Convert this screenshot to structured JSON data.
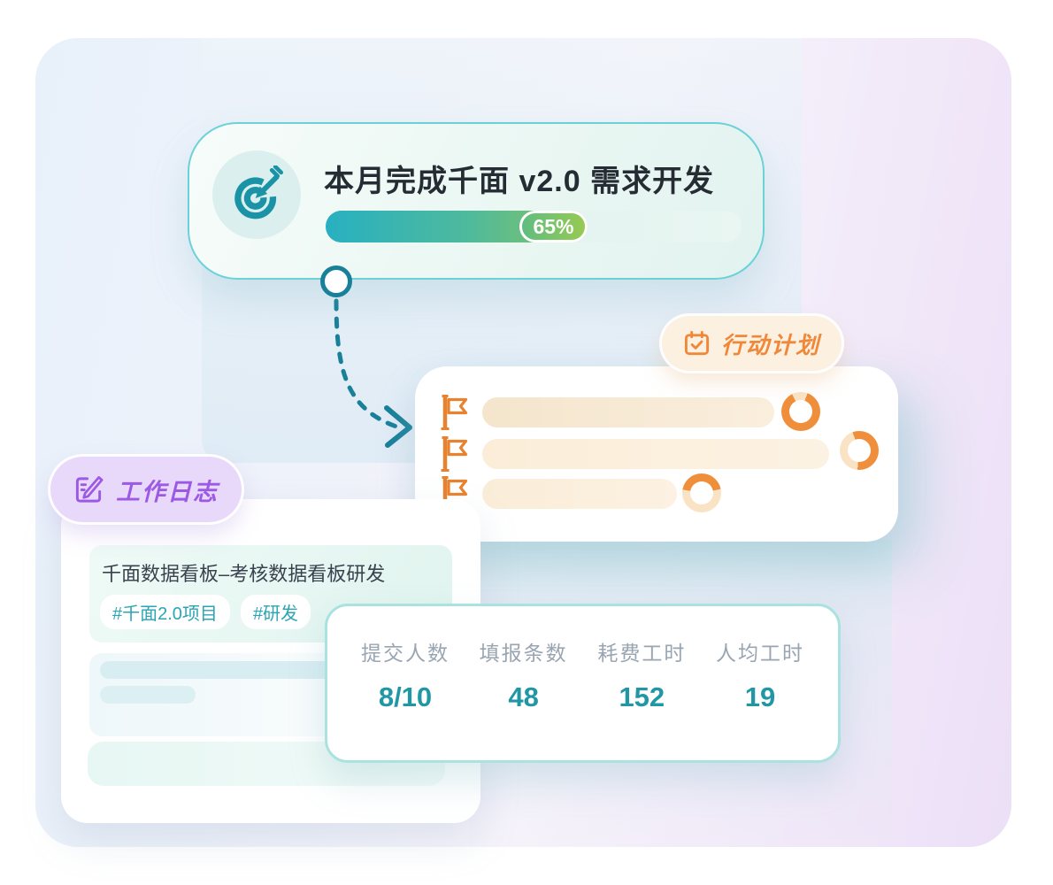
{
  "goal_card": {
    "title": "本月完成千面 v2.0 需求开发",
    "progress_label": "65%",
    "progress_percent": 65
  },
  "action_plan": {
    "badge_label": "行动计划",
    "rows": [
      {
        "ring_percent": 87,
        "ring_start_deg": 20
      },
      {
        "ring_percent": 57,
        "ring_start_deg": 340
      },
      {
        "ring_percent": 44,
        "ring_start_deg": 280
      }
    ]
  },
  "work_log": {
    "badge_label": "工作日志",
    "entry_title": "千面数据看板–考核数据看板研发",
    "tags": [
      "#千面2.0项目",
      "#研发"
    ]
  },
  "stats": {
    "items": [
      {
        "label": "提交人数",
        "value": "8/10"
      },
      {
        "label": "填报条数",
        "value": "48"
      },
      {
        "label": "耗费工时",
        "value": "152"
      },
      {
        "label": "人均工时",
        "value": "19"
      }
    ]
  },
  "colors": {
    "teal_icon": "#1B93A6",
    "progress_start": "#28B0C1",
    "progress_end": "#8AC45F",
    "orange": "#F0883A",
    "ring_orange": "#EF8F3B",
    "ring_light": "#FAE3C5",
    "purple": "#9B59E4",
    "tag_teal": "#2AA5B2",
    "stat_value_teal": "#2197A6"
  }
}
